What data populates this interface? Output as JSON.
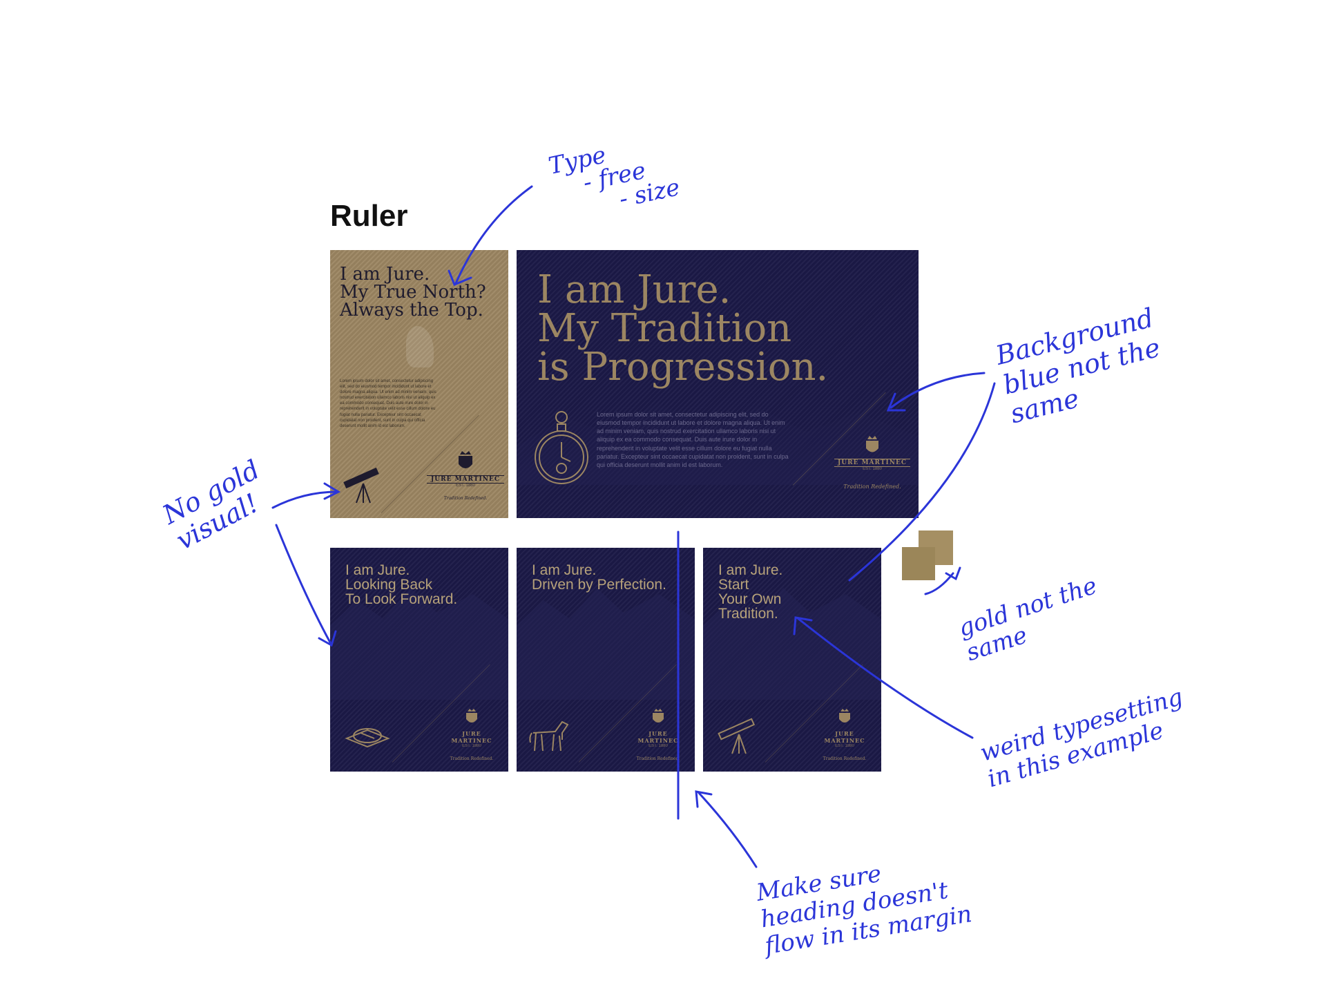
{
  "board_title": "Ruler",
  "poster_gold": {
    "headline": [
      "I am Jure.",
      "My True North?",
      "Always the Top."
    ],
    "body": "Lorem ipsum dolor sit amet, consectetur adipiscing elit, sed do eiusmod tempor incididunt ut labore et dolore magna aliqua. Ut enim ad minim veniam, quis nostrud exercitation ullamco laboris nisi ut aliquip ex ea commodo consequat. Duis aute irure dolor in reprehenderit in voluptate velit esse cillum dolore eu fugiat nulla pariatur. Excepteur sint occaecat cupidatat non proident, sunt in culpa qui officia deserunt mollit anim id est laborum.",
    "brand": "JURE MARTINEC",
    "brand_sub": "EST. 1880",
    "tagline": "Tradition Redefined."
  },
  "poster_wide": {
    "headline": [
      "I am Jure.",
      "My Tradition",
      "is Progression."
    ],
    "body": "Lorem ipsum dolor sit amet, consectetur adipiscing elit, sed do eiusmod tempor incididunt ut labore et dolore magna aliqua. Ut enim ad minim veniam, quis nostrud exercitation ullamco laboris nisi ut aliquip ex ea commodo consequat. Duis aute irure dolor in reprehenderit in voluptate velit esse cillum dolore eu fugiat nulla pariatur. Excepteur sint occaecat cupidatat non proident, sunt in culpa qui officia deserunt mollit anim id est laborum.",
    "brand": "JURE MARTINEC",
    "brand_sub": "EST. 1880",
    "tagline": "Tradition Redefined."
  },
  "poster_small": [
    {
      "headline": [
        "I am Jure.",
        "Looking Back",
        "To Look Forward."
      ],
      "brand": "JURE MARTINEC",
      "brand_sub": "EST. 1880",
      "tagline": "Tradition Redefined."
    },
    {
      "headline": [
        "I am Jure.",
        "Driven by Perfection."
      ],
      "brand": "JURE MARTINEC",
      "brand_sub": "EST. 1880",
      "tagline": "Tradition Redefined."
    },
    {
      "headline": [
        "I am Jure.",
        "Start",
        "Your Own",
        "Tradition."
      ],
      "brand": "JURE MARTINEC",
      "brand_sub": "EST. 1880",
      "tagline": "Tradition Redefined."
    }
  ],
  "annotations": {
    "type": [
      "Type",
      "- free",
      "- size"
    ],
    "background": [
      "Background",
      "blue not the",
      "same"
    ],
    "gold_visual": [
      "No gold",
      "visual!"
    ],
    "gold_swatch": [
      "gold not the",
      "same"
    ],
    "typesetting": [
      "weird typesetting",
      "in this example"
    ],
    "margin": [
      "Make sure",
      "heading doesn't",
      "flow in its margin"
    ]
  },
  "colors": {
    "gold": "#9c8662",
    "navy": "#1c1a48",
    "ink": "#2b35d8",
    "headline_gold": "#b7a27a"
  }
}
